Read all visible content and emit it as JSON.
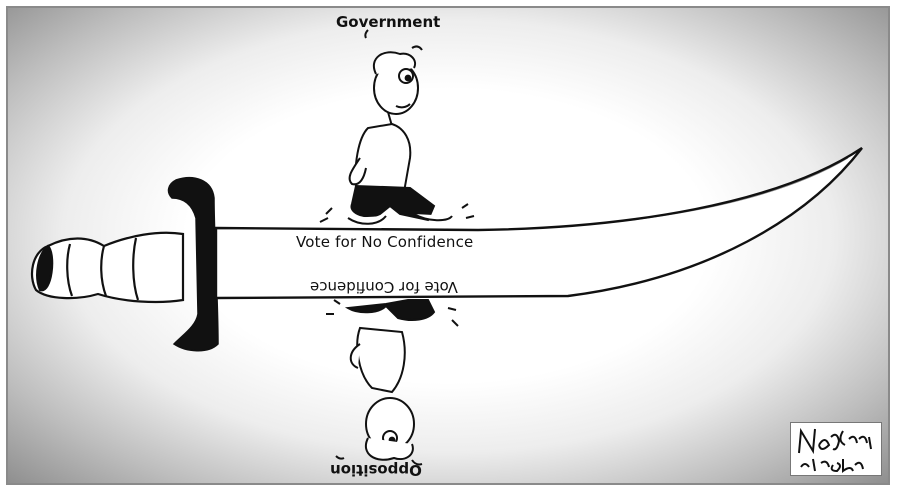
{
  "labels": {
    "top": "Government",
    "bottom": "Opposition",
    "blade_top": "Vote for No Confidence",
    "blade_bottom": "Vote for Confidence"
  },
  "signature": {
    "kind": "handwritten-signature",
    "text": "Nadeem Isfan"
  },
  "colors": {
    "ink": "#111111",
    "paper": "#ffffff",
    "border": "#8a8a8a",
    "vignette": "#8f8f8f"
  }
}
